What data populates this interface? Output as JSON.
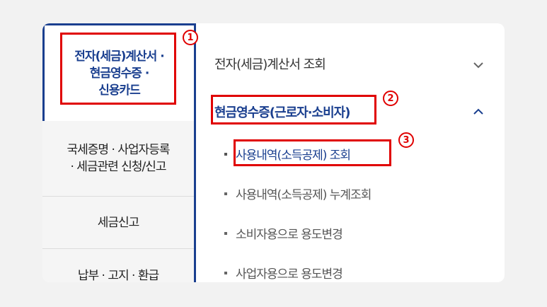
{
  "left_menu": {
    "items": [
      {
        "lines": [
          "전자(세금)계산서 ·",
          "현금영수증 ·",
          "신용카드"
        ]
      },
      {
        "lines": [
          "국세증명 · 사업자등록",
          "· 세금관련 신청/신고"
        ]
      },
      {
        "lines": [
          "세금신고"
        ]
      },
      {
        "lines": [
          "납부 · 고지 · 환급"
        ]
      }
    ]
  },
  "right_menu": {
    "sections": [
      {
        "label": "전자(세금)계산서 조회",
        "expanded": false
      },
      {
        "label": "현금영수증(근로자·소비자)",
        "expanded": true,
        "subitems": [
          "사용내역(소득공제) 조회",
          "사용내역(소득공제) 누계조회",
          "소비자용으로 용도변경",
          "사업자용으로 용도변경"
        ]
      }
    ]
  },
  "annotations": [
    "1",
    "2",
    "3"
  ],
  "colors": {
    "accent": "#1a3f8f",
    "highlight": "#e00000"
  }
}
